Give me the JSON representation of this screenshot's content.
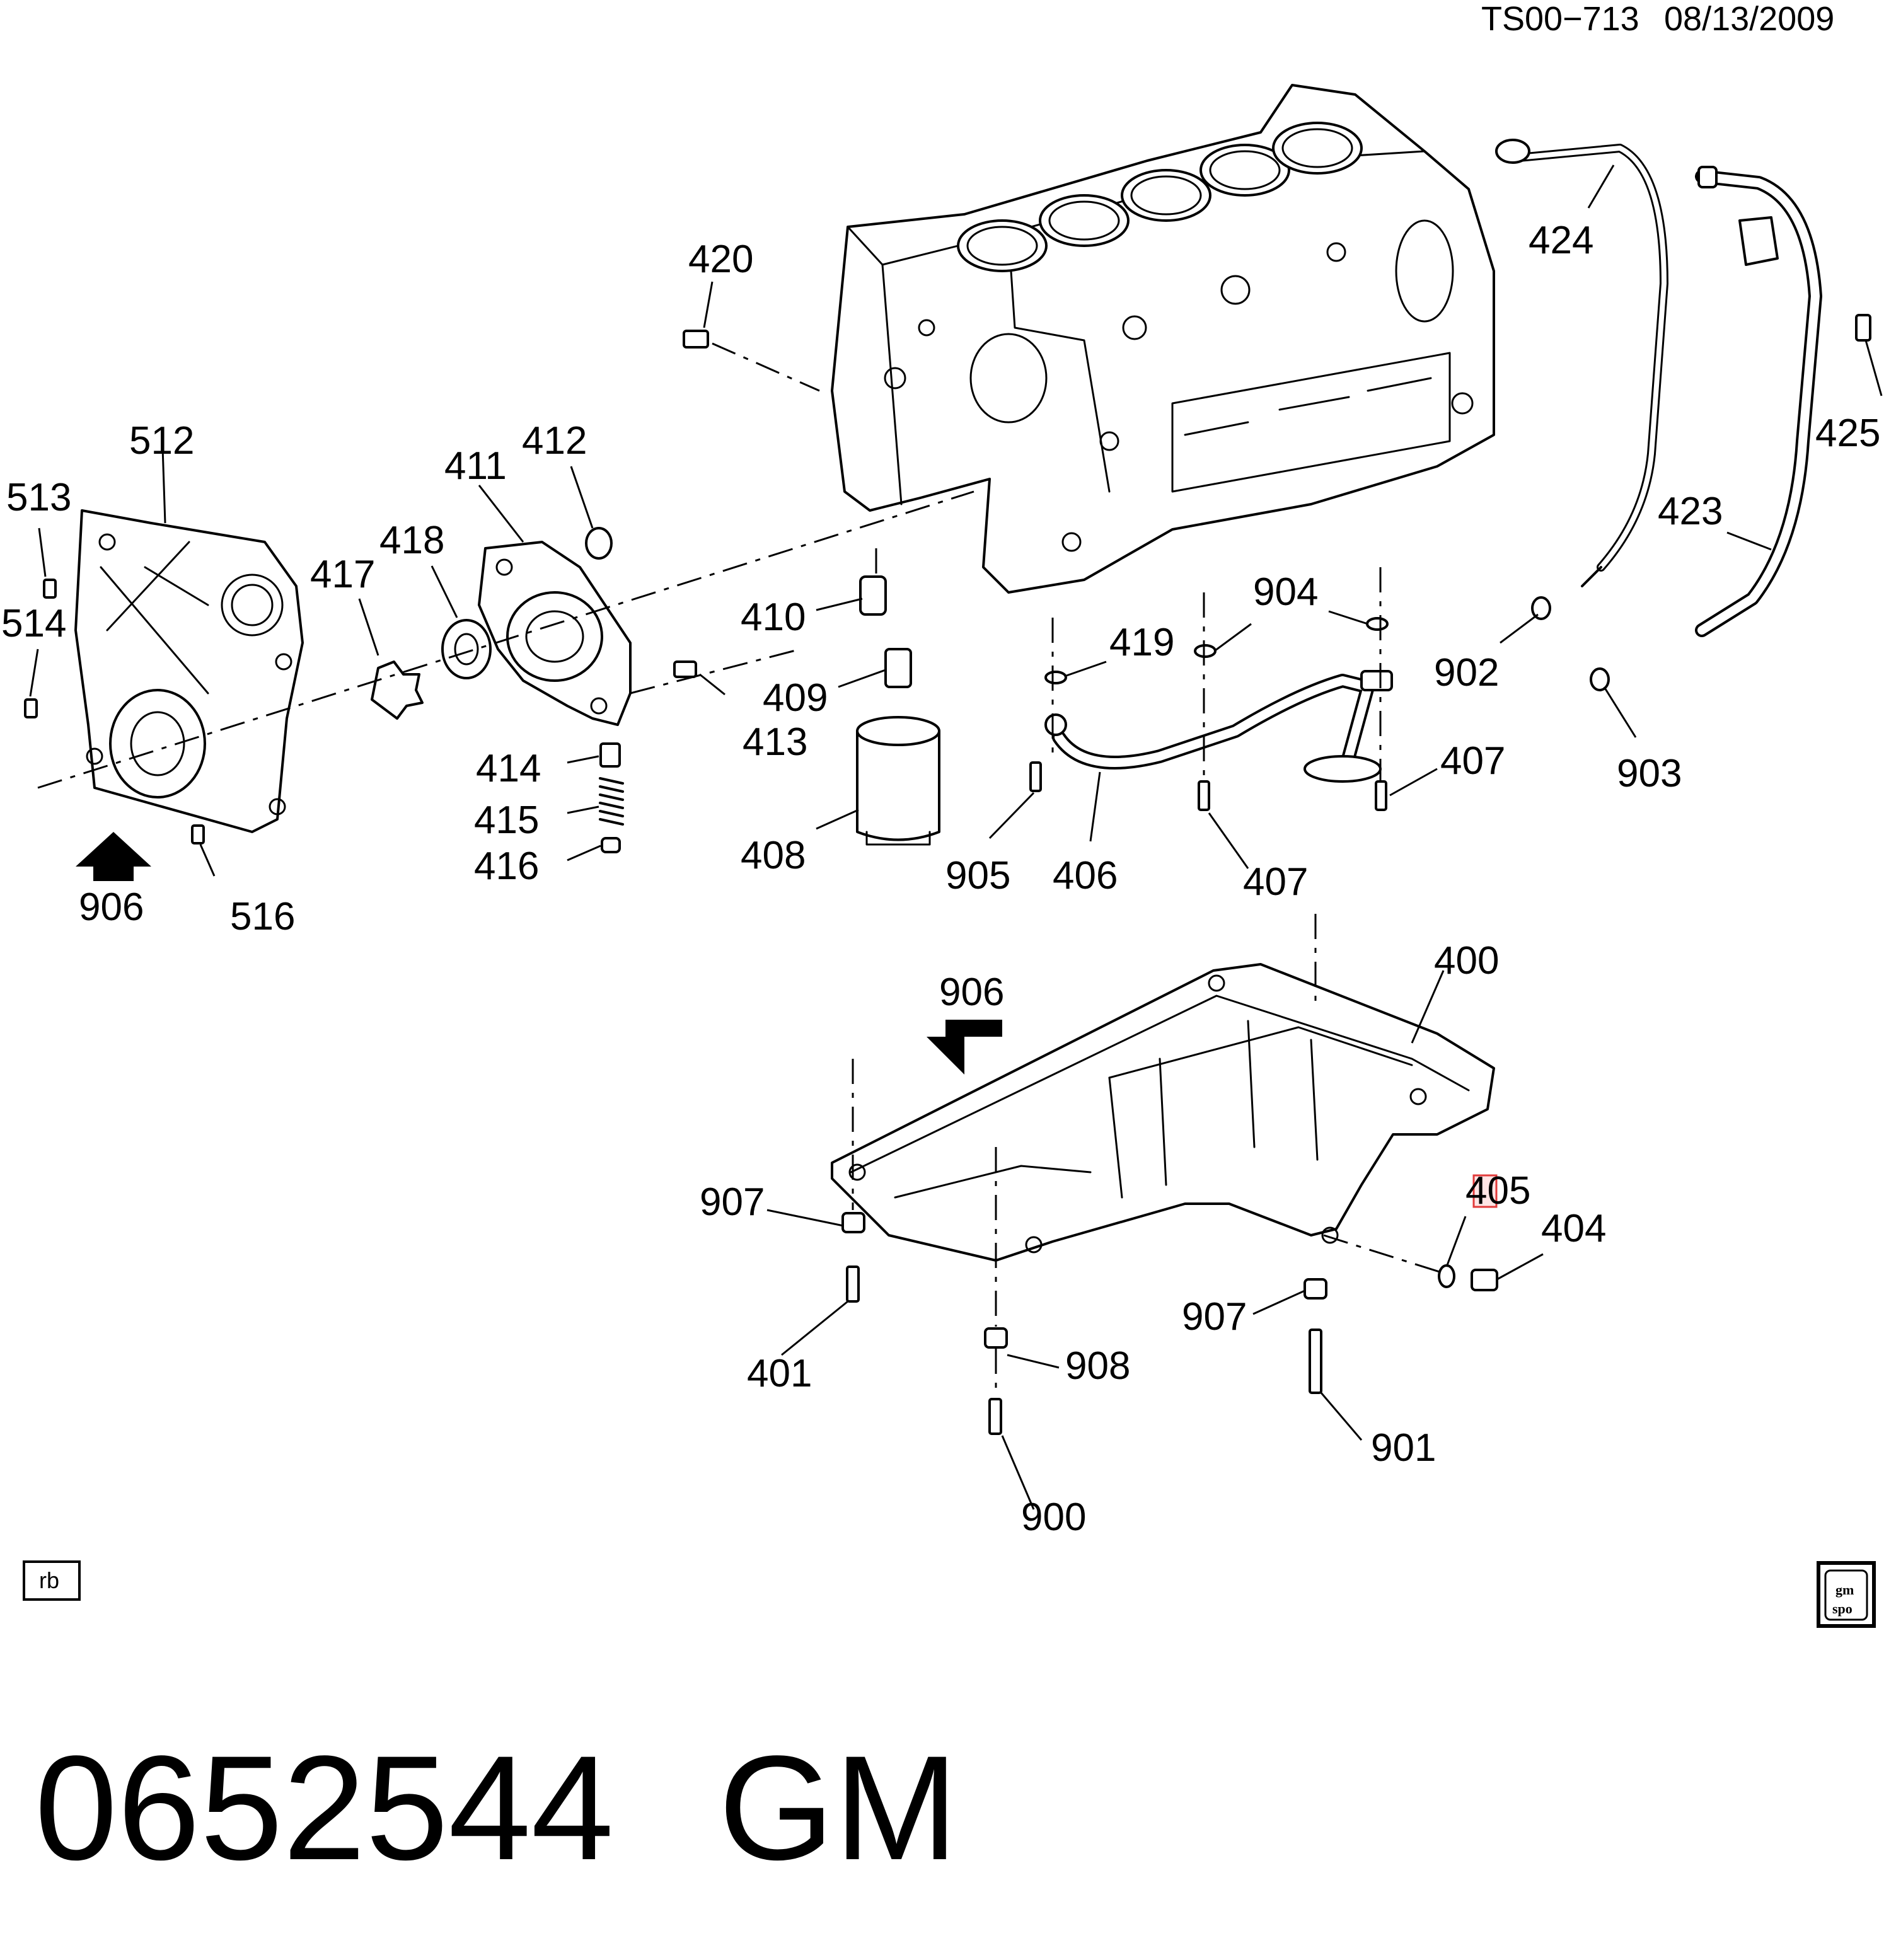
{
  "header": {
    "code": "TS00−713",
    "date": "08/13/2009"
  },
  "footer": {
    "id": "0652544",
    "brand": "GM"
  },
  "tag": "rb",
  "badge": {
    "line1": "gm",
    "line2": "spo"
  },
  "highlight_color": "#e23b3b",
  "callouts": {
    "c400": "400",
    "c401": "401",
    "c404": "404",
    "c405": "405",
    "c406": "406",
    "c407a": "407",
    "c407b": "407",
    "c408": "408",
    "c409": "409",
    "c410": "410",
    "c411": "411",
    "c412": "412",
    "c413": "413",
    "c414": "414",
    "c415": "415",
    "c416": "416",
    "c417": "417",
    "c418": "418",
    "c419": "419",
    "c420": "420",
    "c423": "423",
    "c424": "424",
    "c425": "425",
    "c512": "512",
    "c513": "513",
    "c514": "514",
    "c516": "516",
    "c900": "900",
    "c901": "901",
    "c902": "902",
    "c903": "903",
    "c904": "904",
    "c905": "905",
    "c906a": "906",
    "c906b": "906",
    "c907a": "907",
    "c907b": "907",
    "c908": "908"
  }
}
